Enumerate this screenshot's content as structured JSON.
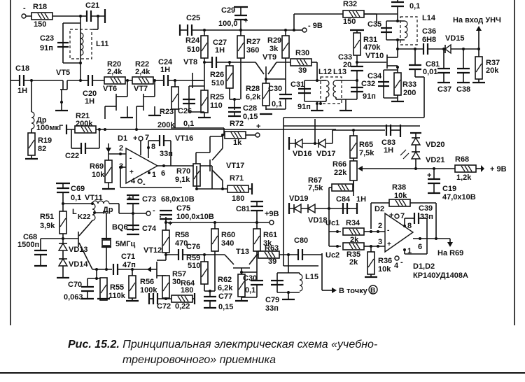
{
  "figure": {
    "number_label": "Рис. 15.2.",
    "caption_line1": "Принципиальная электрическая схема «учебно-",
    "caption_line2": "тренировочного» приемника"
  },
  "supply": {
    "minus_9v": "- 9В",
    "plus_9v_a": "+ 9В",
    "plus_9v_b": "+9В",
    "plus": "+",
    "minus": "-"
  },
  "signals": {
    "to_unch": "На вход УНЧ",
    "to_r69": "На R69",
    "to_point_b": "В точку",
    "point_b": "В",
    "uc1": "Uc1",
    "uc2": "Uc2"
  },
  "components": {
    "R18": {
      "ref": "R18",
      "val": "150"
    },
    "C21": {
      "ref": "C21"
    },
    "C23": {
      "ref": "C23",
      "val": "91п"
    },
    "L11": {
      "ref": "L11"
    },
    "C18": {
      "ref": "C18",
      "val": "1Н"
    },
    "VT5": {
      "ref": "VT5"
    },
    "C20": {
      "ref": "C20",
      "val": "1Н"
    },
    "R20": {
      "ref": "R20",
      "val": "2,4k"
    },
    "R22": {
      "ref": "R22",
      "val": "2,4k"
    },
    "VT6": {
      "ref": "VT6"
    },
    "VT7": {
      "ref": "VT7"
    },
    "C24": {
      "ref": "C24",
      "val": "1Н"
    },
    "Dr1": {
      "ref": "Др",
      "val": "100мкГ"
    },
    "R19": {
      "ref": "R19",
      "val": "82"
    },
    "R21": {
      "ref": "R21",
      "val": "200k"
    },
    "C22": {
      "ref": "C22"
    },
    "R23": {
      "ref": "R23",
      "val": "200k"
    },
    "C26": {
      "ref": "C26",
      "val": "0,1"
    },
    "C25": {
      "ref": "C25"
    },
    "R24": {
      "ref": "R24",
      "val": "510"
    },
    "VT8": {
      "ref": "VT8"
    },
    "C27": {
      "ref": "C27",
      "val": "1Н"
    },
    "R26": {
      "ref": "R26",
      "val": "510"
    },
    "R25": {
      "ref": "R25",
      "val": "110"
    },
    "C29": {
      "ref": "C29",
      "val": "100,0"
    },
    "R27": {
      "ref": "R27",
      "val": "360"
    },
    "C28": {
      "ref": "C28",
      "val": "0,15"
    },
    "VT9": {
      "ref": "VT9"
    },
    "R28": {
      "ref": "R28",
      "val": "6,2k"
    },
    "C30": {
      "ref": "C30",
      "val": "0,1"
    },
    "R29": {
      "ref": "R29",
      "val": "3k"
    },
    "R30": {
      "ref": "R30",
      "val": "39"
    },
    "C31": {
      "ref": "C31",
      "val": "91п"
    },
    "L12": {
      "ref": "L12"
    },
    "L13": {
      "ref": "L13"
    },
    "C33": {
      "ref": "C33",
      "val": "20"
    },
    "C32": {
      "ref": "C32",
      "val": "91п"
    },
    "R32": {
      "ref": "R32",
      "val": "150"
    },
    "C_top": {
      "val": "0,1"
    },
    "R31": {
      "ref": "R31",
      "val": "470k"
    },
    "VT10": {
      "ref": "VT10"
    },
    "C34": {
      "ref": "C34"
    },
    "R33": {
      "ref": "R33",
      "val": "200"
    },
    "C35": {
      "ref": "C35"
    },
    "L14": {
      "ref": "L14"
    },
    "C36": {
      "ref": "C36",
      "val": "6Н8"
    },
    "VD15": {
      "ref": "VD15"
    },
    "C81a": {
      "ref": "C81",
      "val": "0,01"
    },
    "C37": {
      "ref": "C37"
    },
    "C38": {
      "ref": "C38"
    },
    "R37": {
      "ref": "R37",
      "val": "20k"
    },
    "D1": {
      "ref": "D1"
    },
    "R69": {
      "ref": "R69",
      "val": "10k"
    },
    "C_d1": {
      "val": "33п"
    },
    "VT16": {
      "ref": "VT16"
    },
    "VT17": {
      "ref": "VT17"
    },
    "R70": {
      "ref": "R70",
      "val": "9,1k"
    },
    "R71": {
      "ref": "R71",
      "val": "180"
    },
    "R72": {
      "ref": "R72",
      "val": "1k"
    },
    "VD16": {
      "ref": "VD16"
    },
    "VD17": {
      "ref": "VD17"
    },
    "R65": {
      "ref": "R65",
      "val": "7,5k"
    },
    "C83": {
      "ref": "C83",
      "val": "1Н"
    },
    "VD20": {
      "ref": "VD20"
    },
    "VD21": {
      "ref": "VD21"
    },
    "R66": {
      "ref": "R66",
      "val": "22k"
    },
    "R68": {
      "ref": "R68",
      "val": "1,2k"
    },
    "R67": {
      "ref": "R67",
      "val": "7,5k"
    },
    "C19": {
      "ref": "C19",
      "val": "47,0x10В"
    },
    "VD19": {
      "ref": "VD19"
    },
    "VD18": {
      "ref": "VD18"
    },
    "C84": {
      "ref": "C84",
      "val": "1Н"
    },
    "R38": {
      "ref": "R38",
      "val": "10k"
    },
    "D2": {
      "ref": "D2"
    },
    "C39": {
      "ref": "C39",
      "val": "33п"
    },
    "R34": {
      "ref": "R34",
      "val": "2k"
    },
    "R35": {
      "ref": "R35",
      "val": "2k"
    },
    "R36": {
      "ref": "R36",
      "val": "10k"
    },
    "D12": {
      "ref": "D1,D2",
      "val": "КР140УД1408А"
    },
    "C69": {
      "ref": "C69",
      "val": "0,1"
    },
    "VT11": {
      "ref": "VT11"
    },
    "Dr2": {
      "ref": "Др"
    },
    "C73": {
      "ref": "C73",
      "val": "68,0x10В"
    },
    "C75": {
      "ref": "C75",
      "val": "100,0x10В"
    },
    "C74": {
      "ref": "C74"
    },
    "R51": {
      "ref": "R51",
      "val": "3,9k"
    },
    "L_K22": {
      "ref": "L",
      "sub": "K22"
    },
    "BQ6": {
      "ref": "BQ6",
      "val": "5МГц"
    },
    "C68": {
      "ref": "C68",
      "val": "1500п"
    },
    "VD13": {
      "ref": "VD13"
    },
    "VD14": {
      "ref": "VD14"
    },
    "C71": {
      "ref": "C71",
      "val": "47п"
    },
    "C70": {
      "ref": "C70",
      "val": "0,063"
    },
    "R55": {
      "ref": "R55",
      "val": "110k"
    },
    "R56": {
      "ref": "R56",
      "val": "100k"
    },
    "VT12": {
      "ref": "VT12"
    },
    "R57": {
      "ref": "R57",
      "val": "30"
    },
    "R64": {
      "ref": "R64",
      "val": "180"
    },
    "C72": {
      "ref": "C72",
      "val": "0,22"
    },
    "R58": {
      "ref": "R58",
      "val": "470"
    },
    "C76": {
      "ref": "C76"
    },
    "R59": {
      "ref": "R59",
      "val": "510"
    },
    "R60": {
      "ref": "R60",
      "val": "340"
    },
    "C81b": {
      "ref": "C81"
    },
    "T13": {
      "ref": "T13"
    },
    "R62": {
      "ref": "R62",
      "val": "6,2k"
    },
    "C30b": {
      "ref": "C30",
      "val": "0,1"
    },
    "C77": {
      "ref": "C77",
      "val": "0,15"
    },
    "R61": {
      "ref": "R61",
      "val": "3k"
    },
    "R63": {
      "ref": "R63",
      "val": "39"
    },
    "C80": {
      "ref": "C80"
    },
    "L15": {
      "ref": "L15"
    },
    "C79": {
      "ref": "C79",
      "val": "33п"
    }
  },
  "pins": {
    "p2": "2",
    "p3": "3",
    "p4": "4",
    "p6": "6",
    "p7": "7",
    "p8": "8",
    "p1": "1"
  }
}
